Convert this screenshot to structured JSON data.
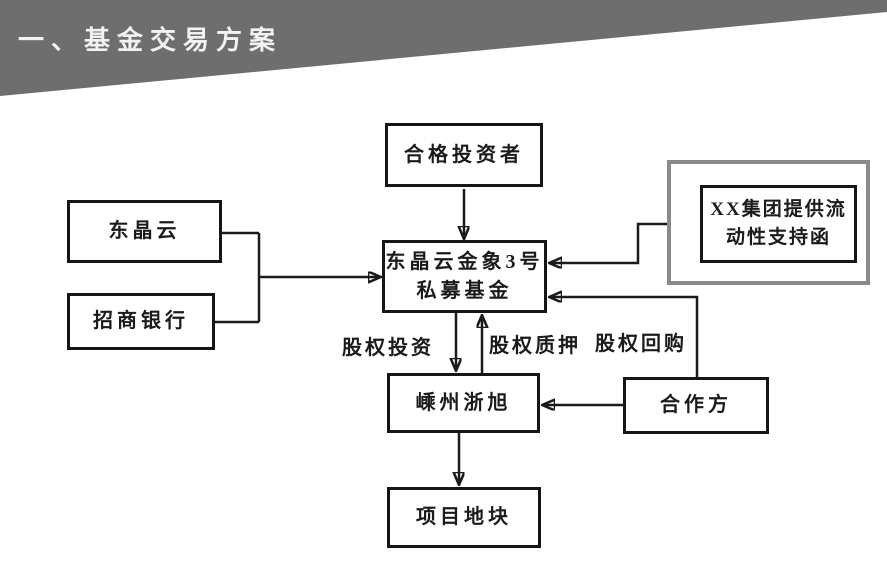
{
  "header": {
    "title": "一、基金交易方案",
    "banner_color": "#6e6e6e",
    "title_color": "#f2f2f2"
  },
  "diagram": {
    "nodes": {
      "qualified_investor": {
        "label": "合格投资者"
      },
      "dongjingyun": {
        "label": "东晶云"
      },
      "cmb": {
        "label": "招商银行"
      },
      "fund": {
        "line1": "东晶云金象3号",
        "line2": "私募基金"
      },
      "liquidity_letter": {
        "line1": "XX集团提供流",
        "line2": "动性支持函"
      },
      "shengzhou_zhexu": {
        "label": "嵊州浙旭"
      },
      "partner": {
        "label": "合作方"
      },
      "project_land": {
        "label": "项目地块"
      }
    },
    "edge_labels": {
      "equity_investment": "股权投资",
      "equity_pledge": "股权质押",
      "equity_repurchase": "股权回购"
    },
    "colors": {
      "line": "#1a1a1a",
      "box_border": "#161616",
      "outer_box_border": "#8a8a8a"
    }
  }
}
